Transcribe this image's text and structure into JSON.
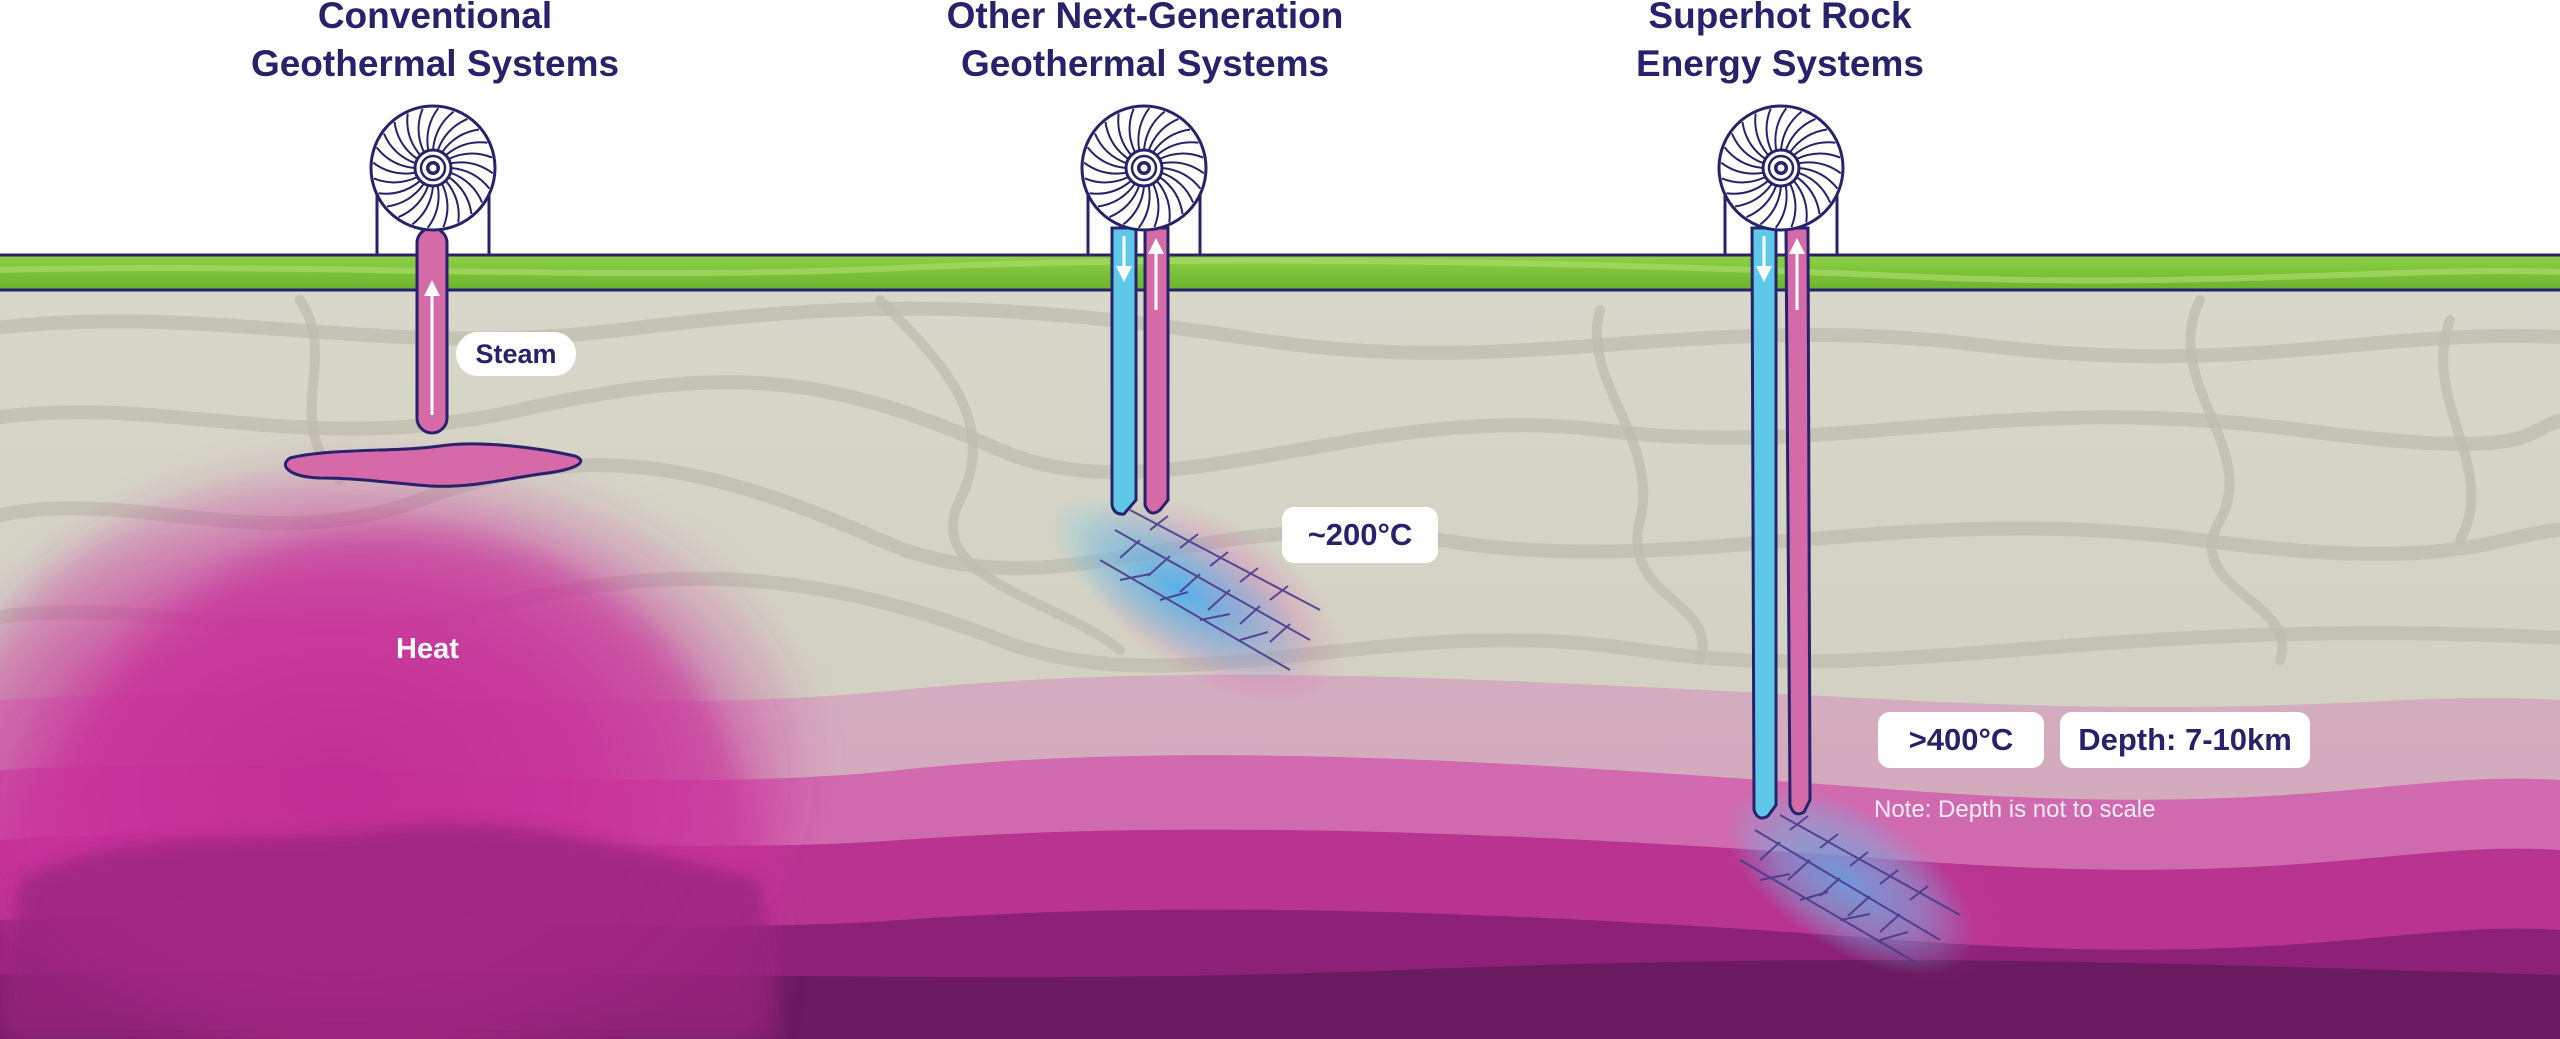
{
  "systems": [
    {
      "title_line1": "Conventional",
      "title_line2": "Geothermal Systems"
    },
    {
      "title_line1": "Other Next-Generation",
      "title_line2": "Geothermal Systems"
    },
    {
      "title_line1": "Superhot Rock",
      "title_line2": "Energy Systems"
    }
  ],
  "labels": {
    "steam": "Steam",
    "heat": "Heat",
    "temp_next_gen": "~200°C",
    "temp_superhot": ">400°C",
    "depth": "Depth: 7-10km",
    "note": "Note: Depth is not to scale"
  },
  "colors": {
    "title_text": "#27236b",
    "ground_green": "#7cc23a",
    "rock": "#d3d2c4",
    "heat_magenta": "#c8309a",
    "deep_purple": "#6a1a5e",
    "injection_blue": "#5fc8e8",
    "production_pink": "#d46aa8",
    "outline_navy": "#27236b"
  },
  "icons": [
    "turbine-icon",
    "up-arrow-icon",
    "down-arrow-icon",
    "fracture-network-icon"
  ]
}
